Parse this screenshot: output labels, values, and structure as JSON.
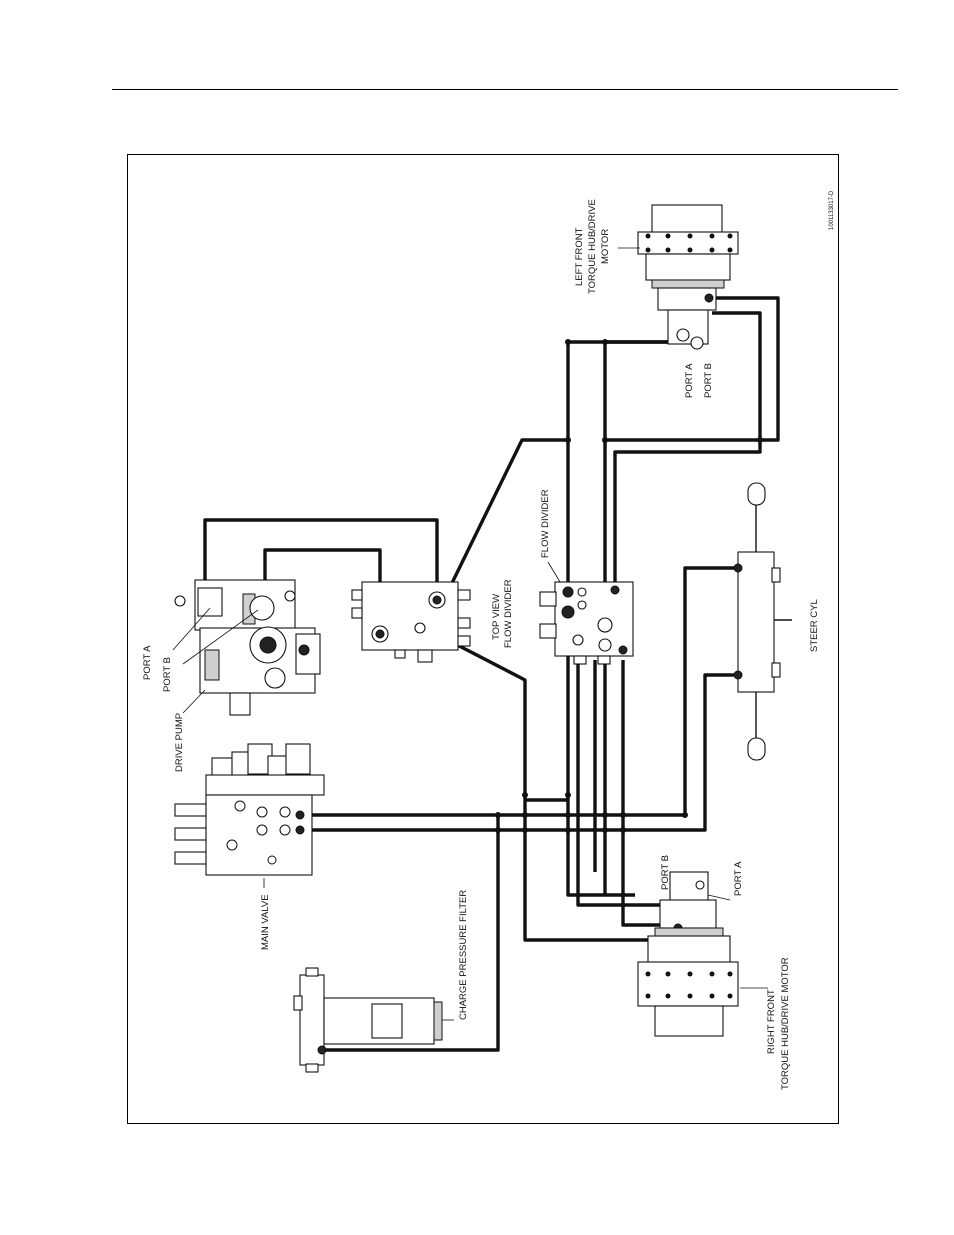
{
  "drawing_id": "1001133017-D",
  "labels": {
    "left_front_motor": [
      "LEFT FRONT",
      "TORQUE HUB/DRIVE",
      "MOTOR"
    ],
    "left_port_a": "PORT A",
    "left_port_b": "PORT B",
    "flow_divider": "FLOW DIVIDER",
    "top_view_flow_divider": [
      "TOP VIEW",
      "FLOW DIVIDER"
    ],
    "steer_cyl": "STEER CYL",
    "pump_port_a": "PORT A",
    "pump_port_b": "PORT B",
    "drive_pump": "DRIVE PUMP",
    "main_valve": "MAIN VALVE",
    "charge_pressure_filter": "CHARGE PRESSURE FILTER",
    "right_port_b": "PORT B",
    "right_port_a": "PORT A",
    "right_front_motor": [
      "RIGHT FRONT",
      "TORQUE HUB/DRIVE MOTOR"
    ]
  }
}
